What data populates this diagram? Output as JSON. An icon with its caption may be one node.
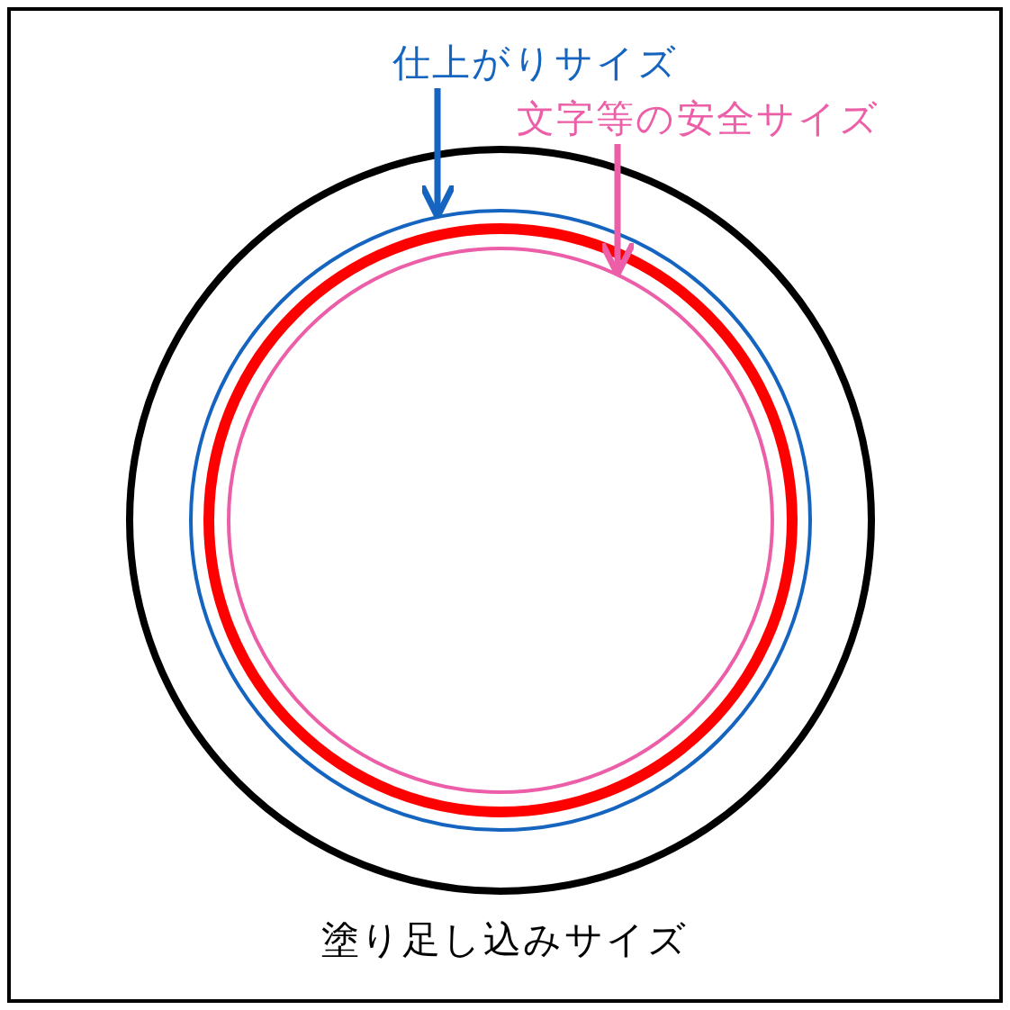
{
  "diagram": {
    "nodes": [
      {
        "text": [
          "仕上がりサイズ"
        ]
      },
      {
        "text": [
          "文字等の安全サイズ"
        ]
      },
      {
        "text": [],
        "shape": "circle"
      },
      {
        "text": [],
        "shape": "circle",
        "in": 2
      },
      {
        "text": [],
        "shape": "circle",
        "in": 3
      },
      {
        "text": [],
        "shape": "circle",
        "in": 4
      }
    ],
    "edges": [
      {
        "from": 0,
        "to": 3,
        "arrow": "to",
        "color": "#1565c0"
      },
      {
        "from": 1,
        "to": 5,
        "arrow": "to",
        "color": "#ec5fa8"
      }
    ],
    "labels": [
      "塗り足し込みサイズ"
    ]
  }
}
